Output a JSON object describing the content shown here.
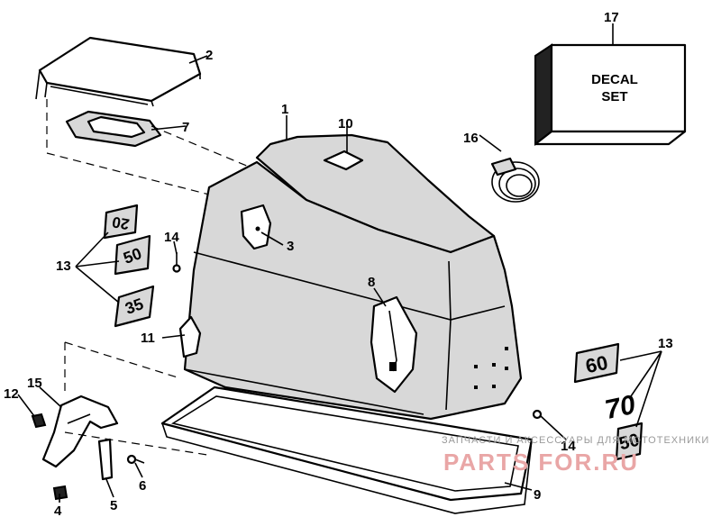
{
  "callouts": {
    "c1": "1",
    "c2": "2",
    "c3": "3",
    "c4": "4",
    "c5": "5",
    "c6": "6",
    "c7": "7",
    "c8": "8",
    "c9": "9",
    "c10": "10",
    "c11": "11",
    "c12": "12",
    "c13a": "13",
    "c13b": "13",
    "c14a": "14",
    "c14b": "14",
    "c15": "15",
    "c16": "16",
    "c17": "17"
  },
  "decal": {
    "line1": "DECAL",
    "line2": "SET"
  },
  "badges": {
    "left": [
      "20",
      "50",
      "35"
    ],
    "right": [
      "60",
      "70",
      "50"
    ]
  },
  "watermark": {
    "caption": "ЗАПЧАСТИ И АКСЕССУАРЫ ДЛЯ МОТОТЕХНИКИ",
    "brand": "PARTS FOR.RU"
  }
}
